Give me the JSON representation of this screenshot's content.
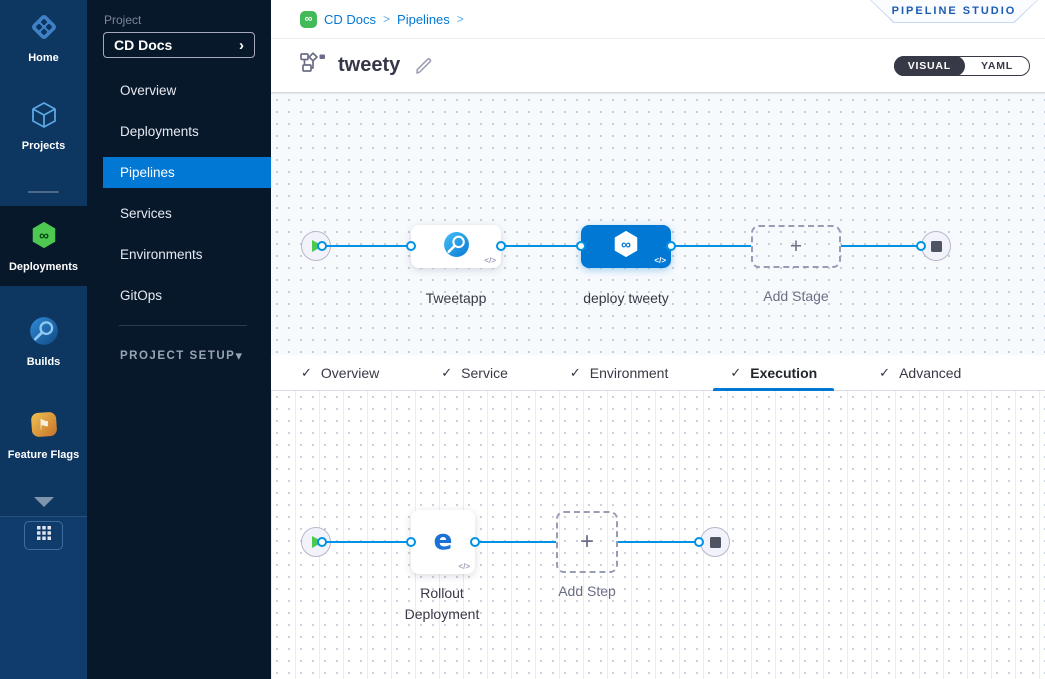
{
  "palette": {
    "accent": "#0278d5",
    "link_line": "#0092e4",
    "success_green": "#42ba57",
    "rail_bg": "#0d3660",
    "panel_bg": "#07182b"
  },
  "icons": {
    "chevron_right": "›",
    "chevron_down": "▾",
    "crumb_sep": ">",
    "check": "✓",
    "plus": "+",
    "code_badge": "</>",
    "infinity": "∞",
    "flag": "⚑",
    "rolling_glyph": "e"
  },
  "module_rail": {
    "items": [
      {
        "label": "Home",
        "icon": "home-icon"
      },
      {
        "label": "Projects",
        "icon": "projects-icon"
      },
      {
        "label": "Deployments",
        "icon": "deployments-icon",
        "active": true
      },
      {
        "label": "Builds",
        "icon": "builds-icon"
      },
      {
        "label": "Feature Flags",
        "icon": "feature-flags-icon"
      }
    ]
  },
  "project_panel": {
    "project_label": "Project",
    "project_name": "CD Docs",
    "menu": [
      "Overview",
      "Deployments",
      "Pipelines",
      "Services",
      "Environments",
      "GitOps"
    ],
    "selected": "Pipelines",
    "setup_label": "PROJECT SETUP"
  },
  "header": {
    "breadcrumb": {
      "project": "CD Docs",
      "section": "Pipelines"
    },
    "studio_badge": "PIPELINE STUDIO",
    "title": "tweety",
    "view_toggle": {
      "visual": "VISUAL",
      "yaml": "YAML",
      "selected": "VISUAL"
    }
  },
  "stage_canvas": {
    "stages": [
      {
        "name": "Tweetapp",
        "type": "ci"
      },
      {
        "name": "deploy tweety",
        "type": "cd",
        "selected": true
      },
      {
        "name": "Add Stage",
        "type": "add"
      }
    ]
  },
  "tabs": [
    {
      "label": "Overview",
      "complete": true
    },
    {
      "label": "Service",
      "complete": true
    },
    {
      "label": "Environment",
      "complete": true
    },
    {
      "label": "Execution",
      "complete": true,
      "active": true
    },
    {
      "label": "Advanced",
      "complete": true
    }
  ],
  "step_canvas": {
    "steps": [
      {
        "name": "Rollout Deployment",
        "type": "k8s-rolling"
      },
      {
        "name": "Add Step",
        "type": "add"
      }
    ]
  }
}
